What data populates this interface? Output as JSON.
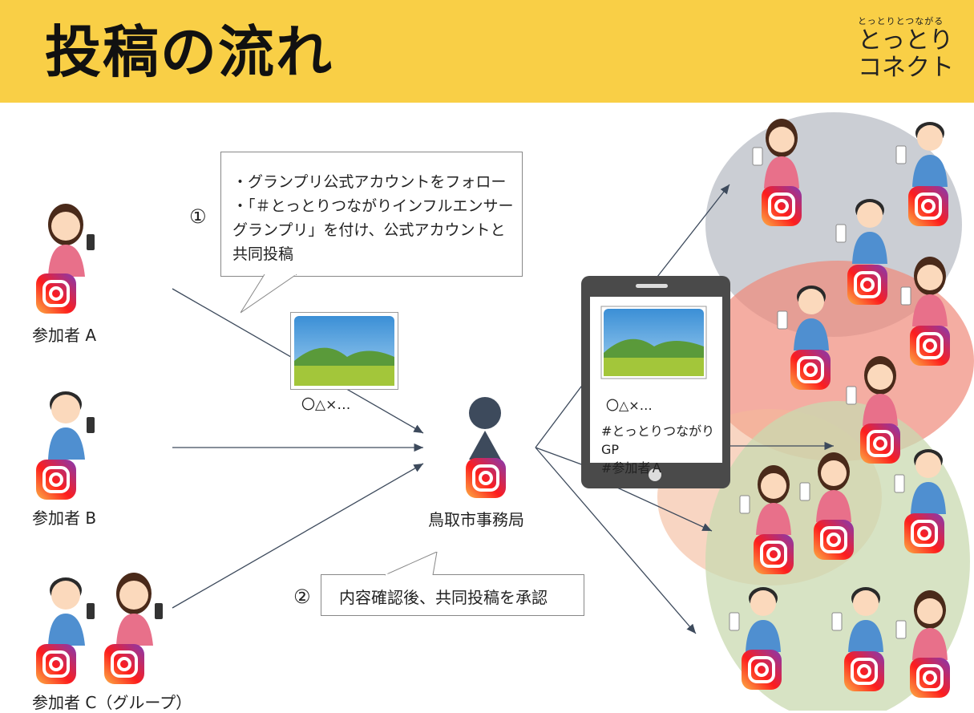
{
  "header": {
    "title": "投稿の流れ",
    "logo_small": "とっとりとつながる",
    "logo_line1": "とっとり",
    "logo_line2": "コネクト"
  },
  "participants": {
    "a_label": "参加者 A",
    "b_label": "参加者 B",
    "c_label": "参加者 C（グループ）"
  },
  "step1": {
    "number": "①",
    "lines": [
      "・グランプリ公式アカウントをフォロー",
      "・「＃とっとりつながりインフルエンサー",
      "グランプリ」を付け、公式アカウントと",
      "共同投稿"
    ]
  },
  "post_caption": "〇△×…",
  "office_label": "鳥取市事務局",
  "step2": {
    "number": "②",
    "text": "内容確認後、共同投稿を承認"
  },
  "phone": {
    "caption": "〇△×…",
    "hashtag1": "#とっとりつながりGP",
    "hashtag2": "#参加者Ａ"
  },
  "colors": {
    "header_bg": "#f9cf46",
    "bubble_gray": "#b9bdc6",
    "bubble_red": "#f08a7a",
    "bubble_green": "#c9d9b0",
    "bubble_orange": "#f3b99a"
  }
}
